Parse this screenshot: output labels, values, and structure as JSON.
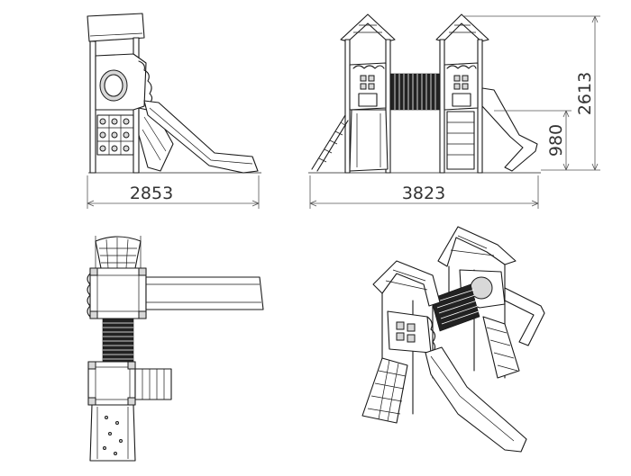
{
  "dimensions": {
    "front_width": "2853",
    "side_width": "3823",
    "total_height": "2613",
    "platform_height": "980"
  }
}
